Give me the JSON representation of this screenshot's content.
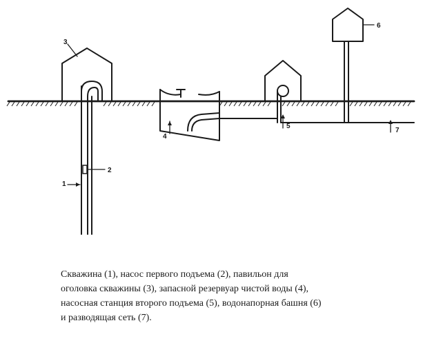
{
  "labels": {
    "well": "1",
    "pump_first_lift": "2",
    "wellhead_pavilion": "3",
    "clean_water_reservoir": "4",
    "second_lift_station": "5",
    "water_tower": "6",
    "distribution_network": "7"
  },
  "caption": {
    "line1": "Скважина (1), насос первого подъема (2), павильон для",
    "line2": "оголовка скважины (3), запасной резервуар чистой воды (4),",
    "line3": "насосная станция второго подъема (5), водонапорная башня (6)",
    "line4": "и разводящая сеть (7)."
  }
}
